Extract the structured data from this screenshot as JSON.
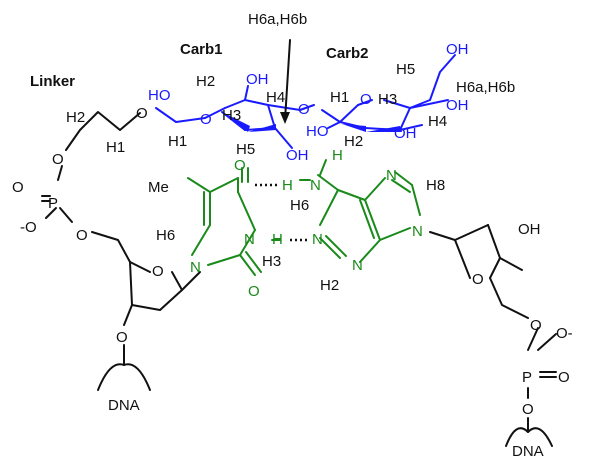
{
  "labels": {
    "linker": "Linker",
    "carb1": "Carb1",
    "carb2": "Carb2",
    "h6a_h6b_top": "H6a,H6b",
    "h6a_h6b_right": "H6a,H6b",
    "me": "Me",
    "dna_left": "DNA",
    "dna_right": "DNA",
    "h8": "H8",
    "h6_thymine": "H6",
    "h3_thymine": "H3",
    "h6_adenine": "H6",
    "h2_adenine": "H2"
  },
  "atoms": {
    "o": "O",
    "oh": "OH",
    "ho": "HO",
    "n": "N",
    "h": "H",
    "p": "P",
    "o_minus": "-O",
    "o_minus2": "O-",
    "h1": "H1",
    "h2": "H2",
    "h3": "H3",
    "h4": "H4",
    "h5": "H5"
  },
  "colors": {
    "sugar": "#1a1aff",
    "base_pair": "#1a8a1a",
    "backbone": "#111111"
  }
}
